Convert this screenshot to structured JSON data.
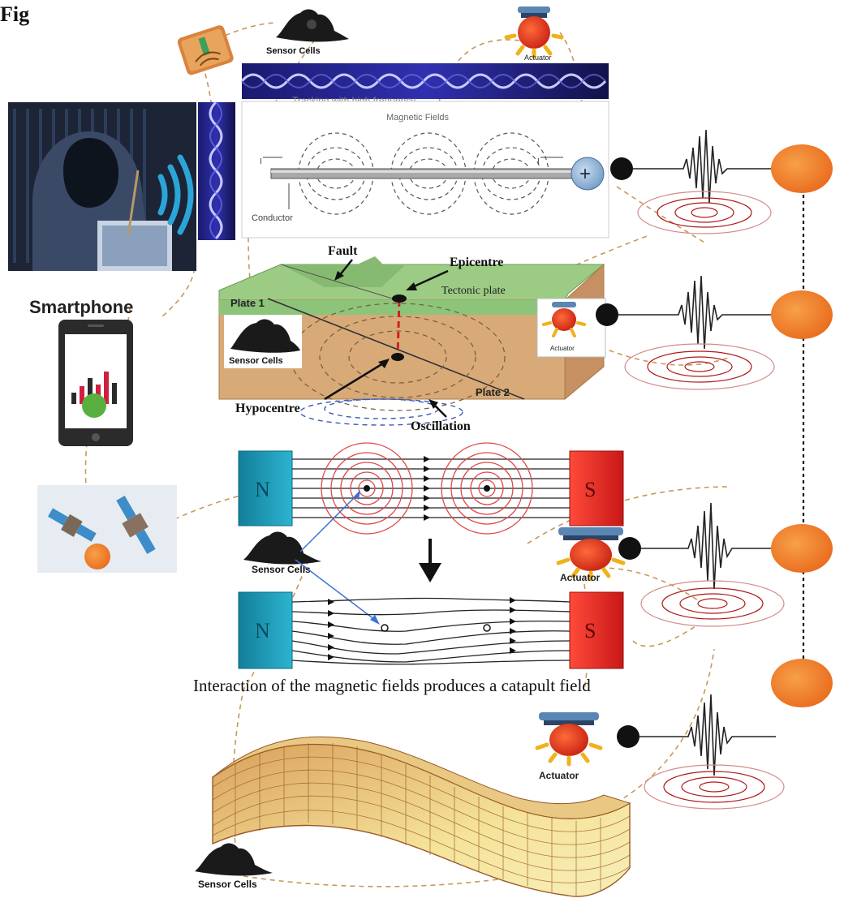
{
  "figure": {
    "label": "Fig",
    "smartphone_label": "Smartphone",
    "sensor_cells_label": "Sensor Cells",
    "actuator_top_label": "Actuator",
    "actuator_label": "Actuator",
    "wave_caption": "Tracking with high frequency",
    "magnetic_fields_label": "Magnetic Fields",
    "conductor_label": "Conductor",
    "current_label_left": "I",
    "current_label_right": "I",
    "plus_symbol": "+",
    "fault_label": "Fault",
    "epicentre_label": "Epicentre",
    "tectonic_plate_label": "Tectonic plate",
    "plate1_label": "Plate 1",
    "plate2_label": "Plate 2",
    "hypocentre_label": "Hypocentre",
    "oscillation_label": "Oscillation",
    "magnet_north": "N",
    "magnet_south": "S",
    "catapult_caption": "Interaction of the magnetic fields produces a catapult field",
    "side_text": "Tracking with high frequency"
  },
  "colors": {
    "orange_node": "#f07a1e",
    "ground_green": "#8cc47a",
    "ground_soil": "#d8aa78",
    "magnet_north": "#1e9bb8",
    "magnet_south": "#e02828",
    "actuator_red": "#e0321c",
    "actuator_cap": "#5a86b4",
    "ripple_red": "#b01818",
    "connector_dash": "#c89858",
    "mesh_yellow": "#f2dc8a",
    "mesh_brown": "#c8884a"
  }
}
